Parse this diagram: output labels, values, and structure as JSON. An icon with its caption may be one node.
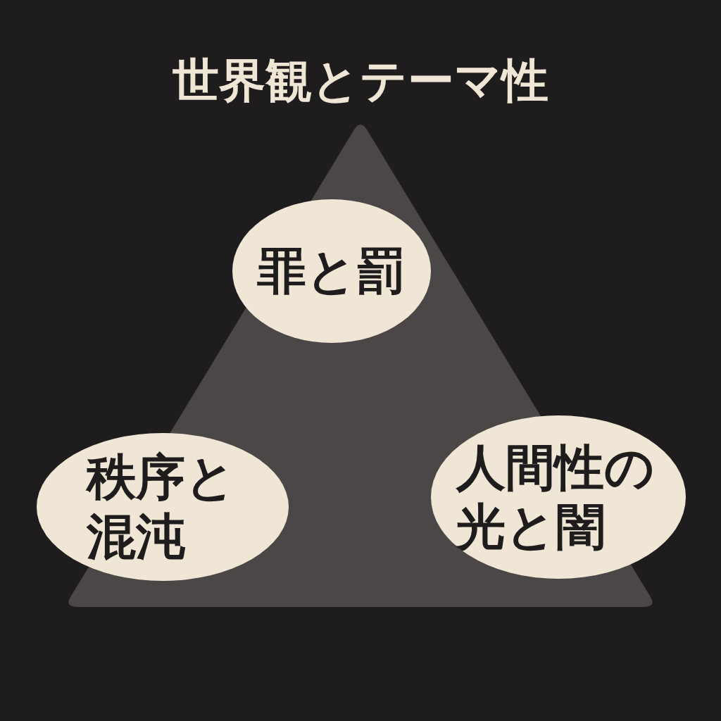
{
  "diagram": {
    "title": "世界観とテーマ性",
    "nodes": [
      {
        "text": [
          "罪と罰"
        ]
      },
      {
        "text": [
          "秩序と混沌"
        ]
      },
      {
        "text": [
          "人間性の光と闇"
        ]
      }
    ],
    "edges": []
  }
}
